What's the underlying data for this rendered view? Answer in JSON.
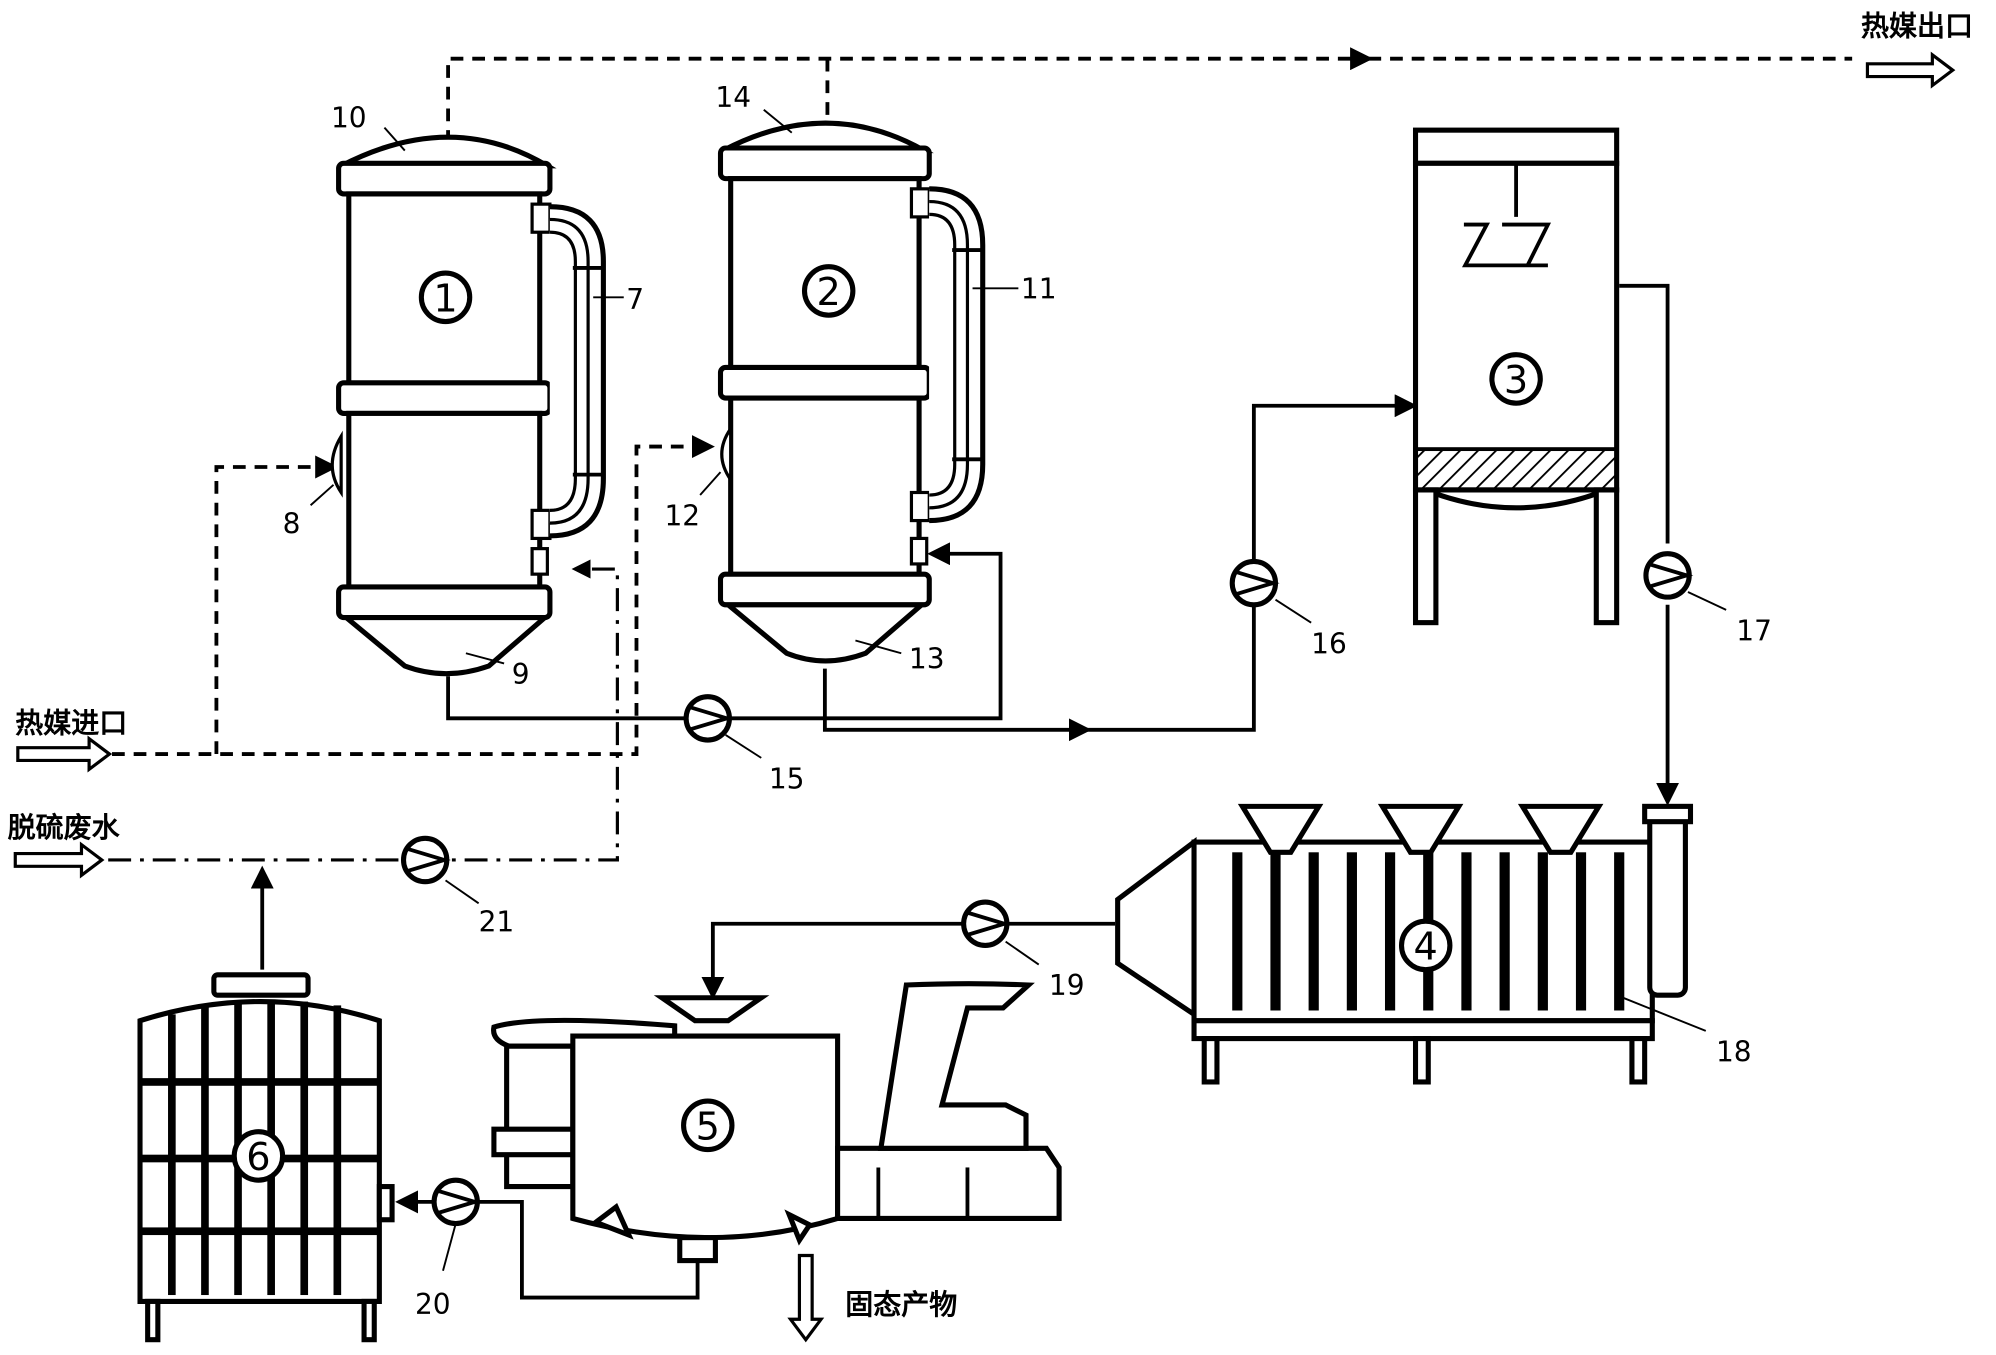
{
  "labels": {
    "heat_in": "热媒进口",
    "heat_out": "热媒出口",
    "wastewater": "脱硫废水",
    "solid": "固态产物"
  },
  "equipment": {
    "e1": "1",
    "e2": "2",
    "e3": "3",
    "e4": "4",
    "e5": "5",
    "e6": "6"
  },
  "components": {
    "c7": "7",
    "c8": "8",
    "c9": "9",
    "c10": "10",
    "c11": "11",
    "c12": "12",
    "c13": "13",
    "c14": "14",
    "c15": "15",
    "c16": "16",
    "c17": "17",
    "c18": "18",
    "c19": "19",
    "c20": "20",
    "c21": "21"
  }
}
